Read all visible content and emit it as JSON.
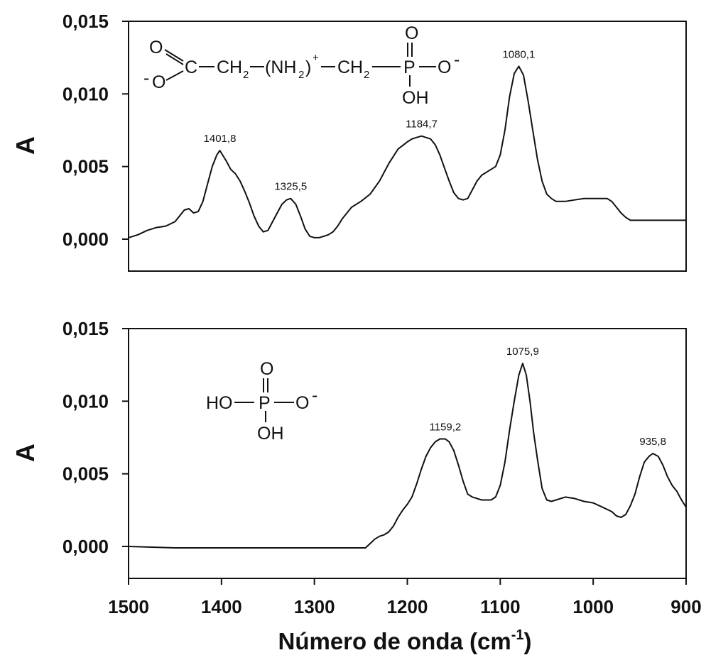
{
  "chart_data": [
    {
      "type": "line",
      "xlabel": "Número de onda (cm",
      "xlabel_sup": "-1",
      "xlabel_close": ")",
      "ylabel": "A",
      "xlim": [
        1500,
        900
      ],
      "ylim": [
        -0.0022,
        0.015
      ],
      "x_ticks": [
        "1500",
        "1400",
        "1300",
        "1200",
        "1100",
        "1000",
        "900"
      ],
      "x_tick_values": [
        1500,
        1400,
        1300,
        1200,
        1100,
        1000,
        900
      ],
      "y_ticks": [
        "0,000",
        "0,005",
        "0,010",
        "0,015"
      ],
      "y_tick_values": [
        0,
        0.005,
        0.01,
        0.015
      ],
      "grid": false,
      "legend": "none",
      "series": [
        {
          "x": [
            1500,
            1490,
            1480,
            1470,
            1460,
            1450,
            1440,
            1435,
            1430,
            1425,
            1420,
            1415,
            1410,
            1405,
            1401.8,
            1395,
            1390,
            1385,
            1380,
            1375,
            1370,
            1365,
            1360,
            1355,
            1350,
            1345,
            1340,
            1335,
            1330,
            1325.5,
            1320,
            1315,
            1310,
            1305,
            1300,
            1295,
            1290,
            1285,
            1280,
            1275,
            1270,
            1260,
            1250,
            1240,
            1230,
            1220,
            1210,
            1200,
            1195,
            1190,
            1184.7,
            1180,
            1175,
            1170,
            1165,
            1160,
            1155,
            1150,
            1145,
            1140,
            1135,
            1130,
            1125,
            1120,
            1115,
            1110,
            1105,
            1100,
            1095,
            1090,
            1085,
            1080.1,
            1075,
            1070,
            1065,
            1060,
            1055,
            1050,
            1045,
            1040,
            1030,
            1020,
            1010,
            1000,
            990,
            985,
            980,
            975,
            970,
            965,
            960,
            950,
            940,
            930,
            920,
            910,
            900
          ],
          "y": [
            0.0001,
            0.0003,
            0.0006,
            0.0008,
            0.0009,
            0.0012,
            0.002,
            0.0021,
            0.0018,
            0.0019,
            0.0026,
            0.0038,
            0.005,
            0.0058,
            0.0061,
            0.0054,
            0.0048,
            0.0045,
            0.004,
            0.0033,
            0.0025,
            0.0016,
            0.0009,
            0.0005,
            0.0006,
            0.0012,
            0.0018,
            0.0024,
            0.0027,
            0.0028,
            0.0024,
            0.0016,
            0.0007,
            0.0002,
            0.0001,
            0.0001,
            0.0002,
            0.0003,
            0.0005,
            0.0009,
            0.0014,
            0.0022,
            0.0026,
            0.0031,
            0.004,
            0.0052,
            0.0062,
            0.0067,
            0.0069,
            0.007,
            0.0071,
            0.007,
            0.0069,
            0.0065,
            0.0058,
            0.0049,
            0.004,
            0.0032,
            0.0028,
            0.0027,
            0.0028,
            0.0034,
            0.004,
            0.0044,
            0.0046,
            0.0048,
            0.005,
            0.0058,
            0.0075,
            0.0098,
            0.0114,
            0.0119,
            0.0113,
            0.0095,
            0.0075,
            0.0055,
            0.004,
            0.0031,
            0.0028,
            0.0026,
            0.0026,
            0.0027,
            0.0028,
            0.0028,
            0.0028,
            0.0028,
            0.0026,
            0.0022,
            0.0018,
            0.0015,
            0.0013,
            0.0013,
            0.0013,
            0.0013,
            0.0013,
            0.0013,
            0.0013
          ]
        }
      ],
      "annotations": [
        {
          "text": "1401,8",
          "x": 1401.8,
          "y": 0.0061
        },
        {
          "text": "1325,5",
          "x": 1325.5,
          "y": 0.0028
        },
        {
          "text": "1184,7",
          "x": 1184.7,
          "y": 0.0071
        },
        {
          "text": "1080,1",
          "x": 1080.1,
          "y": 0.0119
        }
      ],
      "structure_text": [
        "O",
        "C",
        "CH",
        "2",
        "(NH",
        "2",
        ")",
        "+",
        "CH",
        "2",
        "P",
        "O",
        "-",
        "O",
        "OH",
        "-",
        "O"
      ]
    },
    {
      "type": "line",
      "xlabel": "Número de onda (cm",
      "xlabel_sup": "-1",
      "xlabel_close": ")",
      "ylabel": "A",
      "xlim": [
        1500,
        900
      ],
      "ylim": [
        -0.0022,
        0.015
      ],
      "x_ticks": [
        "1500",
        "1400",
        "1300",
        "1200",
        "1100",
        "1000",
        "900"
      ],
      "x_tick_values": [
        1500,
        1400,
        1300,
        1200,
        1100,
        1000,
        900
      ],
      "y_ticks": [
        "0,000",
        "0,005",
        "0,010",
        "0,015"
      ],
      "y_tick_values": [
        0,
        0.005,
        0.01,
        0.015
      ],
      "grid": false,
      "legend": "none",
      "series": [
        {
          "x": [
            1500,
            1450,
            1400,
            1350,
            1300,
            1260,
            1245,
            1240,
            1235,
            1230,
            1225,
            1220,
            1215,
            1210,
            1205,
            1200,
            1195,
            1190,
            1185,
            1180,
            1175,
            1170,
            1165,
            1159.2,
            1155,
            1150,
            1145,
            1140,
            1135,
            1130,
            1125,
            1120,
            1115,
            1110,
            1105,
            1100,
            1095,
            1090,
            1085,
            1080,
            1075.9,
            1072,
            1068,
            1064,
            1060,
            1055,
            1050,
            1045,
            1040,
            1030,
            1020,
            1010,
            1000,
            990,
            980,
            975,
            970,
            965,
            960,
            955,
            950,
            945,
            940,
            935.8,
            930,
            925,
            920,
            915,
            910,
            905,
            900
          ],
          "y": [
            0.0,
            -0.0001,
            -0.0001,
            -0.0001,
            -0.0001,
            -0.0001,
            -0.0001,
            0.0002,
            0.0005,
            0.0007,
            0.0008,
            0.001,
            0.0014,
            0.002,
            0.0025,
            0.0029,
            0.0034,
            0.0043,
            0.0053,
            0.0062,
            0.0068,
            0.0072,
            0.0074,
            0.0074,
            0.0072,
            0.0066,
            0.0056,
            0.0045,
            0.0036,
            0.0034,
            0.0033,
            0.0032,
            0.0032,
            0.0032,
            0.0034,
            0.0042,
            0.0058,
            0.008,
            0.01,
            0.0118,
            0.0126,
            0.0118,
            0.01,
            0.0078,
            0.006,
            0.004,
            0.0032,
            0.0031,
            0.0032,
            0.0034,
            0.0033,
            0.0031,
            0.003,
            0.0027,
            0.0024,
            0.0021,
            0.002,
            0.0022,
            0.0028,
            0.0036,
            0.0048,
            0.0058,
            0.0062,
            0.0064,
            0.0062,
            0.0056,
            0.0048,
            0.0042,
            0.0038,
            0.0032,
            0.0027
          ]
        }
      ],
      "annotations": [
        {
          "text": "1159,2",
          "x": 1159.2,
          "y": 0.0074
        },
        {
          "text": "1075,9",
          "x": 1075.9,
          "y": 0.0126
        },
        {
          "text": "935,8",
          "x": 935.8,
          "y": 0.0064
        }
      ],
      "structure_text": [
        "O",
        "HO",
        "P",
        "O",
        "-",
        "OH"
      ]
    }
  ]
}
